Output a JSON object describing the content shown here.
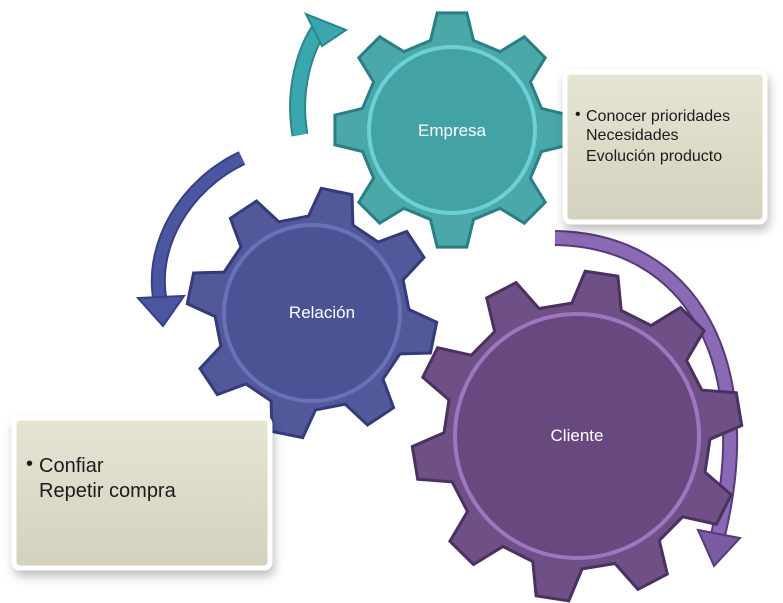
{
  "diagram": {
    "gears": [
      {
        "id": "empresa",
        "label": "Empresa",
        "face": "#4aa8a8",
        "light": "#7ee0e8",
        "dark": "#2a7f86"
      },
      {
        "id": "relacion",
        "label": "Relación",
        "face": "#52599a",
        "light": "#8b92d6",
        "dark": "#343b78"
      },
      {
        "id": "cliente",
        "label": "Cliente",
        "face": "#6e4f86",
        "light": "#b88ddb",
        "dark": "#4a3160"
      }
    ],
    "notes": [
      {
        "id": "empresa-note",
        "bullet": "•",
        "lines": [
          "Conocer prioridades",
          "Necesidades",
          "Evolución producto"
        ]
      },
      {
        "id": "cliente-note",
        "bullet": "•",
        "lines": [
          "Confiar",
          "Repetir compra"
        ]
      }
    ],
    "arrow_colors": {
      "teal": "#3aa6ad",
      "blue": "#4b56a0",
      "purple": "#7a5aa0"
    },
    "note_fill": "#dcdac8"
  }
}
